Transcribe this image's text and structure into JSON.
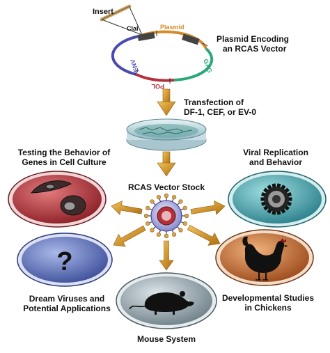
{
  "plasmid": {
    "insert_label": "Insert",
    "site_label": "ClaI",
    "segment_labels": {
      "plasmid": "Plasmid",
      "gag": "GAG",
      "pol": "POL",
      "env": "ENV"
    },
    "caption_line1": "Plasmid Encoding",
    "caption_line2": "an RCAS Vector"
  },
  "transfection": {
    "line1": "Transfection of",
    "line2": "DF-1, CEF, or EV-0"
  },
  "center": {
    "label": "RCAS Vector Stock"
  },
  "outcomes": {
    "cell_culture": {
      "line1": "Testing the Behavior of",
      "line2": "Genes in Cell Culture"
    },
    "viral": {
      "line1": "Viral Replication",
      "line2": "and Behavior"
    },
    "dream": {
      "line1": "Dream Viruses and",
      "line2": "Potential Applications",
      "symbol": "?"
    },
    "chickens": {
      "line1": "Developmental Studies",
      "line2": "in Chickens"
    },
    "mouse": {
      "line1": "Mouse System"
    }
  },
  "colors": {
    "arrow": "#c98a1a",
    "cell_culture": "#b4383f",
    "viral": "#3e9aa6",
    "dream": "#5a6fb6",
    "chickens": "#c46a2e",
    "mouse": "#8fa0a8",
    "plasmid_segment": "#d48a2a",
    "gag_segment": "#2aa87a",
    "pol_segment": "#b52f3a",
    "env_segment": "#4a4ab0"
  },
  "icons": {
    "cell_culture": "cell-icon",
    "viral": "virus-icon",
    "dream": "question-mark-icon",
    "chickens": "chicken-icon",
    "mouse": "mouse-icon",
    "center": "virion-icon",
    "dish": "petri-dish-icon"
  }
}
